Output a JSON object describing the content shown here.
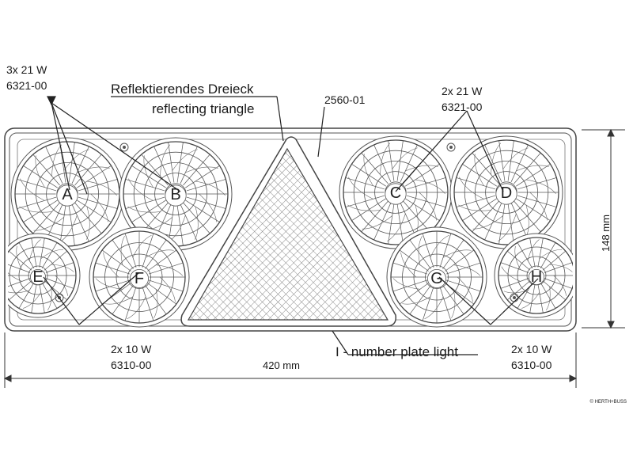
{
  "lamps": [
    {
      "letter": "A"
    },
    {
      "letter": "B"
    },
    {
      "letter": "C"
    },
    {
      "letter": "D"
    },
    {
      "letter": "E"
    },
    {
      "letter": "F"
    },
    {
      "letter": "G"
    },
    {
      "letter": "H"
    }
  ],
  "callouts": {
    "top_left_watt": "3x 21 W",
    "top_left_part": "6321-00",
    "triangle_de": "Reflektierendes Dreieck",
    "triangle_en": "reflecting triangle",
    "housing_part": "2560-01",
    "top_right_watt": "2x 21 W",
    "top_right_part": "6321-00",
    "bottom_left_watt": "2x 10 W",
    "bottom_left_part": "6310-00",
    "plate_light": "I - number plate light",
    "bottom_right_watt": "2x 10 W",
    "bottom_right_part": "6310-00"
  },
  "dimensions": {
    "height": "148 mm",
    "width": "420 mm"
  },
  "watermark": "© HERTH+BUSS"
}
